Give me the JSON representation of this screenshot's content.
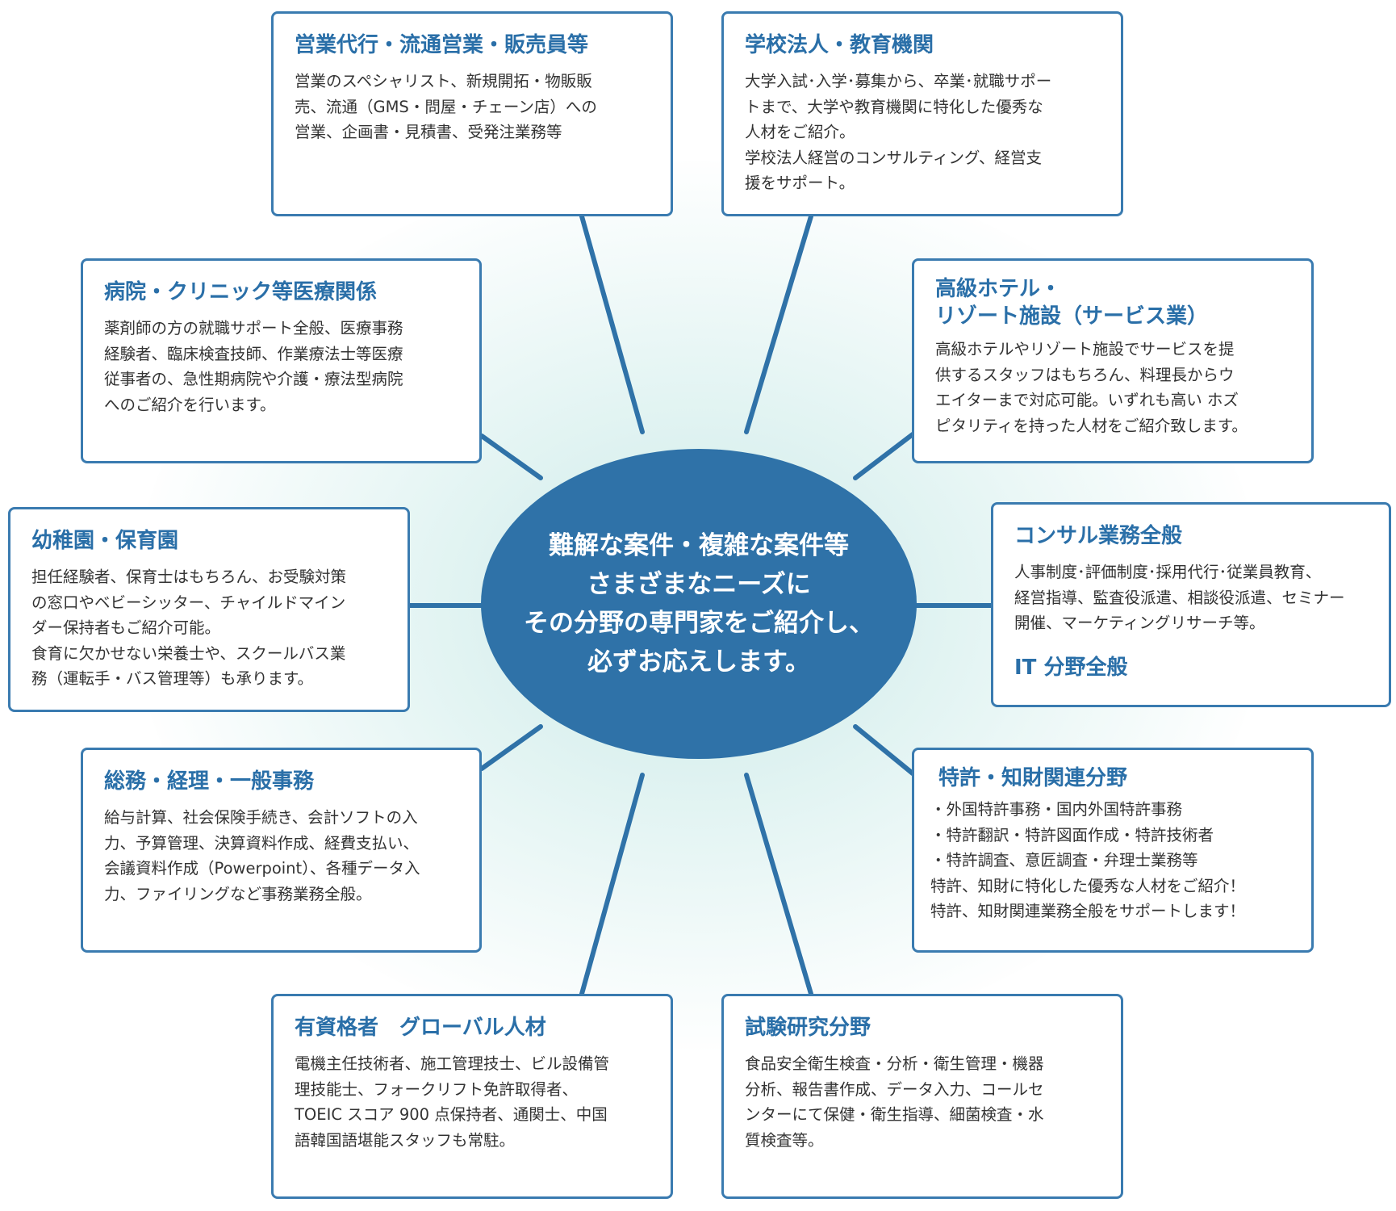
{
  "colors": {
    "accent": "#2f72a8",
    "card_border": "#3a7bb0",
    "title": "#2a6fa8",
    "body_text": "#333333",
    "glow": "#d8f0ee"
  },
  "hub": {
    "lines": [
      "難解な案件・複雑な案件等",
      "さまざまなニーズに",
      "その分野の専門家をご紹介し、",
      "必ずお応えします。"
    ]
  },
  "cards": {
    "sales": {
      "title": "営業代行・流通営業・販売員等",
      "lines": [
        "営業のスペシャリスト、新規開拓・物販販",
        "売、流通（GMS・問屋・チェーン店）への",
        "営業、企画書・見積書、受発注業務等"
      ]
    },
    "school": {
      "title": "学校法人・教育機関",
      "lines": [
        "大学入試･入学･募集から、卒業･就職サポー",
        "トまで、大学や教育機関に特化した優秀な",
        "人材をご紹介。",
        "学校法人経営のコンサルティング、経営支",
        "援をサポート。"
      ]
    },
    "hospital": {
      "title": "病院・クリニック等医療関係",
      "lines": [
        "薬剤師の方の就職サポート全般、医療事務",
        "経験者、臨床検査技師、作業療法士等医療",
        "従事者の、急性期病院や介護・療法型病院",
        "へのご紹介を行います。"
      ]
    },
    "hotel": {
      "title_lines": [
        "高級ホテル・",
        "リゾート施設（サービス業）"
      ],
      "lines": [
        "高級ホテルやリゾート施設でサービスを提",
        "供するスタッフはもちろん、料理長からウ",
        "エイターまで対応可能。いずれも高い ホズ",
        "ピタリティを持った人材をご紹介致します。"
      ]
    },
    "kindergarten": {
      "title": "幼稚園・保育園",
      "lines": [
        "担任経験者、保育士はもちろん、お受験対策",
        "の窓口やベビーシッター、チャイルドマイン",
        "ダー保持者もご紹介可能。",
        "食育に欠かせない栄養士や、スクールバス業",
        "務（運転手・バス管理等）も承ります。"
      ]
    },
    "consulting": {
      "title": "コンサル業務全般",
      "lines": [
        "人事制度･評価制度･採用代行･従業員教育、",
        "経営指導、監査役派遣、相談役派遣、セミナー",
        "開催、マーケティングリサーチ等。"
      ],
      "title2": "IT 分野全般"
    },
    "admin": {
      "title": "総務・経理・一般事務",
      "lines": [
        "給与計算、社会保険手続き、会計ソフトの入",
        "力、予算管理、決算資料作成、経費支払い、",
        "会議資料作成（Powerpoint）、各種データ入",
        "力、ファイリングなど事務業務全般。"
      ]
    },
    "patent": {
      "title": "特許・知財関連分野",
      "lines": [
        "・外国特許事務・国内外国特許事務",
        "・特許翻訳・特許図面作成・特許技術者",
        "・特許調査、意匠調査・弁理士業務等",
        "特許、知財に特化した優秀な人材をご紹介！",
        "特許、知財関連業務全般をサポートします！"
      ]
    },
    "qualified": {
      "title": "有資格者　グローバル人材",
      "lines": [
        "電機主任技術者、施工管理技士、ビル設備管",
        "理技能士、フォークリフト免許取得者、",
        "TOEIC スコア 900 点保持者、通関士、中国",
        "語韓国語堪能スタッフも常駐。"
      ]
    },
    "research": {
      "title": "試験研究分野",
      "lines": [
        "食品安全衛生検査・分析・衛生管理・機器",
        "分析、報告書作成、データ入力、コールセ",
        "ンターにて保健・衛生指導、細菌検査・水",
        "質検査等。"
      ]
    }
  }
}
